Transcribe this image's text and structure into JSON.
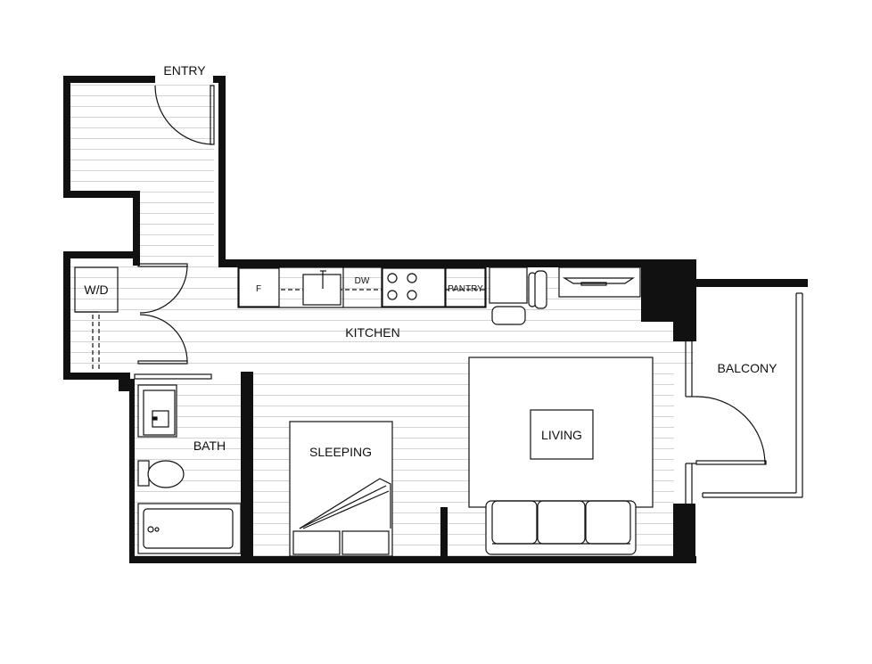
{
  "rooms": {
    "entry": "ENTRY",
    "washer_dryer": "W/D",
    "kitchen": "KITCHEN",
    "bath": "BATH",
    "sleeping": "SLEEPING",
    "living": "LIVING",
    "balcony": "BALCONY"
  },
  "fixtures": {
    "fridge": "F",
    "dishwasher": "DW",
    "pantry": "PANTRY"
  }
}
